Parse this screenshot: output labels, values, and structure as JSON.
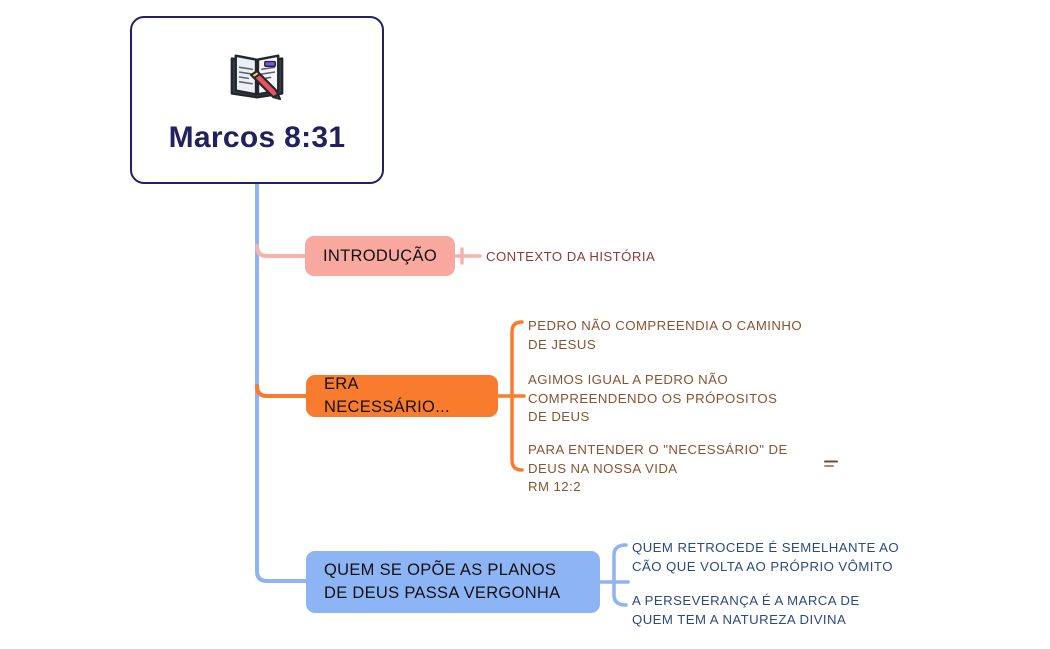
{
  "root": {
    "title": "Marcos 8:31",
    "icon": "open-book-with-pencil-icon"
  },
  "colors": {
    "root_border": "#20206a",
    "root_text": "#22215f",
    "pink": "#f9a8a0",
    "pink_text": "#8c3b3b",
    "orange": "#f97b2e",
    "orange_text": "#8a5230",
    "blue": "#8db4f5",
    "blue_text": "#2c4a82",
    "trunk": "#8db4f5",
    "background": "#ffffff"
  },
  "branches": [
    {
      "id": "introducao",
      "label": "INTRODUÇÃO",
      "color": "#f9a8a0",
      "children": [
        {
          "text": "CONTEXTO DA HISTÓRIA"
        }
      ]
    },
    {
      "id": "era-necessario",
      "label": "ERA NECESSÁRIO...",
      "color": "#f97b2e",
      "children": [
        {
          "text": "PEDRO NÃO COMPREENDIA O CAMINHO DE JESUS"
        },
        {
          "text": "AGIMOS IGUAL A PEDRO NÃO COMPREENDENDO OS PRÓPOSITOS DE DEUS"
        },
        {
          "text": "PARA ENTENDER O \"NECESSÁRIO\" DE DEUS NA NOSSA VIDA\nRM 12:2",
          "note_icon": "note-lines-icon"
        }
      ]
    },
    {
      "id": "quem-se-opoe",
      "label": "QUEM SE OPÕE AS PLANOS DE DEUS PASSA VERGONHA",
      "color": "#8db4f5",
      "children": [
        {
          "text": "QUEM RETROCEDE É SEMELHANTE AO CÃO QUE VOLTA AO PRÓPRIO VÔMITO"
        },
        {
          "text": "A PERSEVERANÇA É A MARCA DE QUEM TEM A NATUREZA DIVINA"
        }
      ]
    }
  ]
}
